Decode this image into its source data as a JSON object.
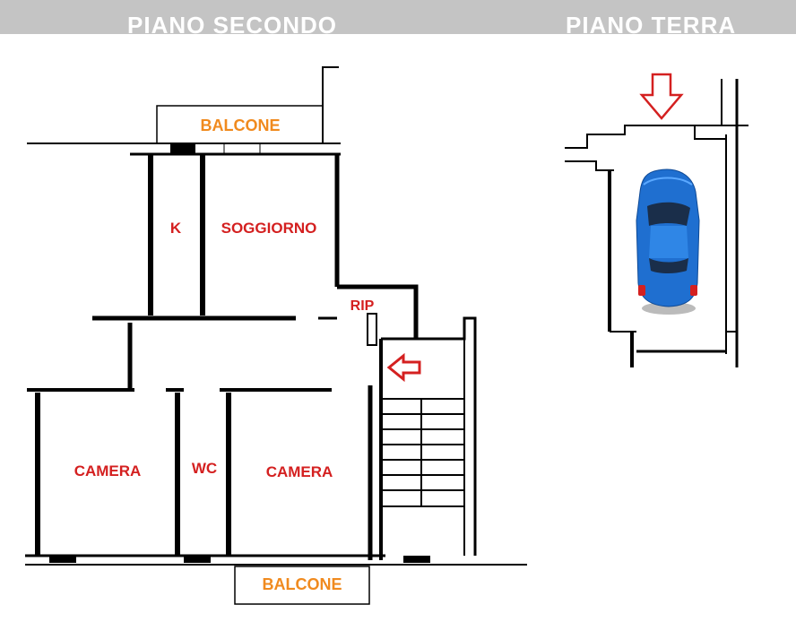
{
  "header": {
    "left_title": "PIANO SECONDO",
    "right_title": "PIANO TERRA"
  },
  "rooms": {
    "balcone_top": "BALCONE",
    "kitchen": "K",
    "soggiorno": "SOGGIORNO",
    "rip": "RIP",
    "camera_left": "CAMERA",
    "wc": "WC",
    "camera_right": "CAMERA",
    "balcone_bottom": "BALCONE"
  },
  "colors": {
    "header_band": "#c4c4c4",
    "room_label": "#d42020",
    "balcony_label": "#f08a1e",
    "wall": "#000000",
    "arrow": "#d42020",
    "car_body": "#1f6fd0"
  },
  "icons": [
    "entrance-arrow-icon",
    "car-icon"
  ]
}
